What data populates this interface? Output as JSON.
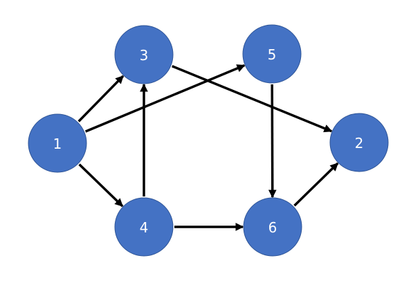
{
  "colors": {
    "node_fill": "#4472c4",
    "node_stroke": "#2f5597",
    "label": "#ffffff",
    "edge": "#000000",
    "background": "#ffffff"
  },
  "nodes": [
    {
      "id": "1",
      "label": "1"
    },
    {
      "id": "2",
      "label": "2"
    },
    {
      "id": "3",
      "label": "3"
    },
    {
      "id": "4",
      "label": "4"
    },
    {
      "id": "5",
      "label": "5"
    },
    {
      "id": "6",
      "label": "6"
    }
  ],
  "edges": [
    {
      "from": "1",
      "to": "3"
    },
    {
      "from": "1",
      "to": "5"
    },
    {
      "from": "1",
      "to": "4"
    },
    {
      "from": "4",
      "to": "3"
    },
    {
      "from": "3",
      "to": "2"
    },
    {
      "from": "5",
      "to": "6"
    },
    {
      "from": "4",
      "to": "6"
    },
    {
      "from": "6",
      "to": "2"
    }
  ]
}
